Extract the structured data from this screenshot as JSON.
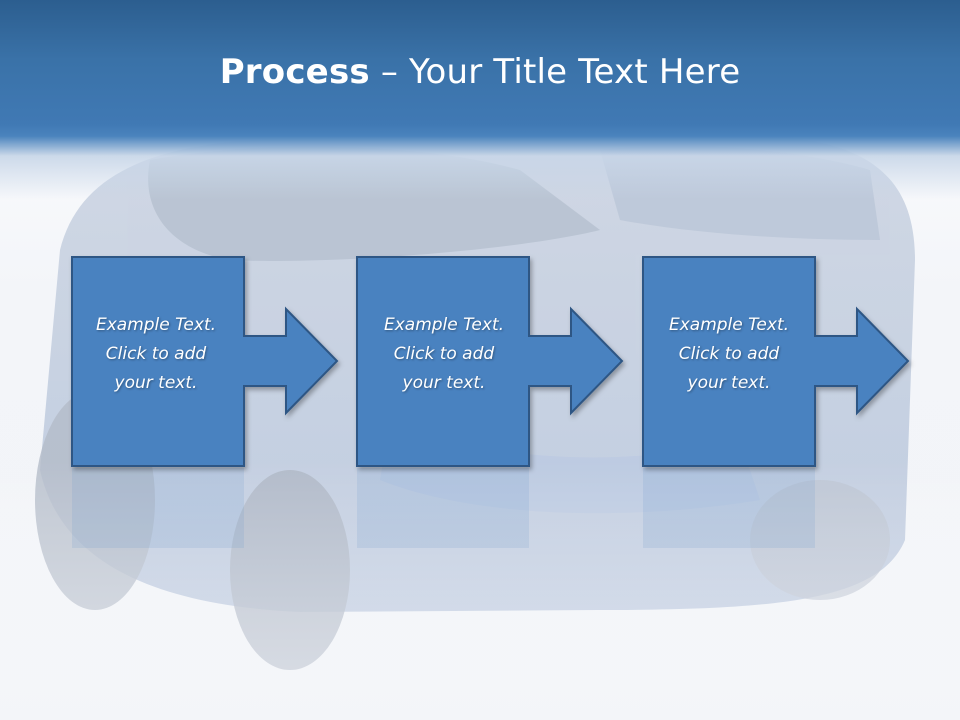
{
  "slide": {
    "title_bold": "Process",
    "title_rest": " – Your Title Text Here"
  },
  "steps": [
    {
      "lines": [
        "Example Text.",
        "Click  to add",
        "your text."
      ]
    },
    {
      "lines": [
        "Example Text.",
        "Click  to add",
        "your text."
      ]
    },
    {
      "lines": [
        "Example Text.",
        "Click  to add",
        "your text."
      ]
    }
  ],
  "colors": {
    "header": "#3a72a8",
    "box_fill": "#4a82c0",
    "box_stroke": "#2d5684",
    "text": "#ffffff"
  },
  "icons": [
    "arrow-right-icon"
  ]
}
